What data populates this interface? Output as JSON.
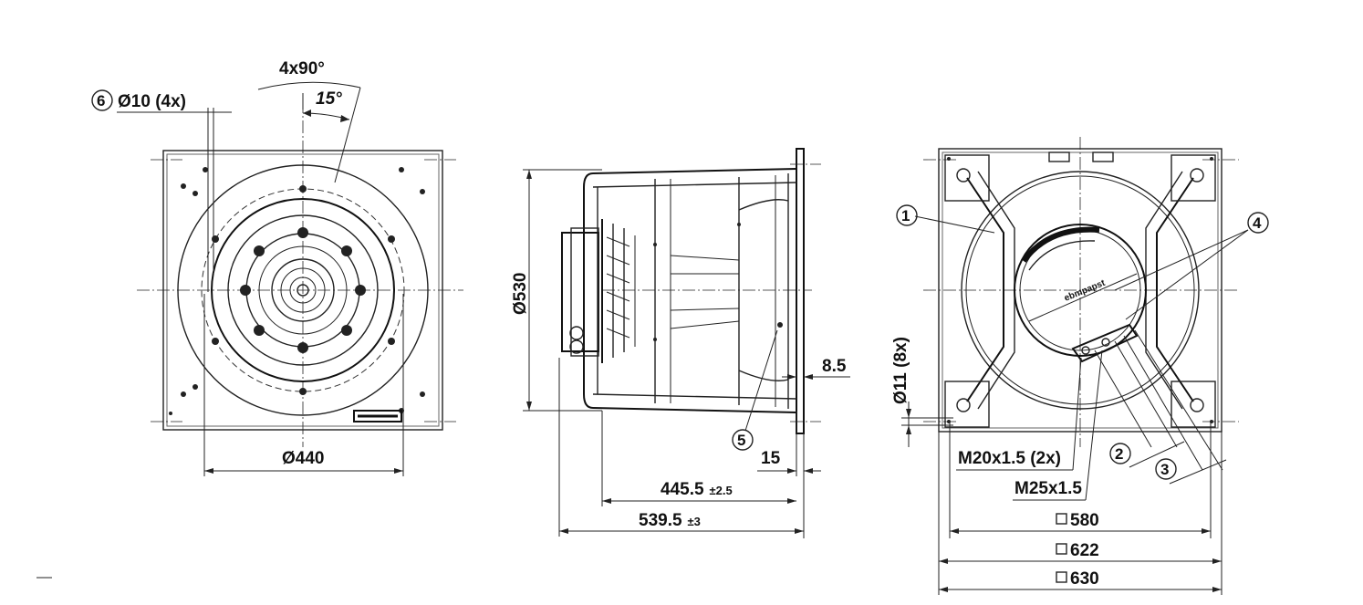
{
  "views": {
    "front": {
      "callout_6": "6",
      "hole_label": "Ø10 (4x)",
      "angle_pattern": "4x90°",
      "angle_offset": "15°",
      "bolt_circle": "Ø440"
    },
    "side": {
      "diameter": "Ø530",
      "flange_thickness": "8.5",
      "callout_5": "5",
      "flange_offset": "15",
      "depth_1": "445.5",
      "depth_1_tol": "±2.5",
      "depth_2": "539.5",
      "depth_2_tol": "±3"
    },
    "rear": {
      "callout_1": "1",
      "callout_2": "2",
      "callout_3": "3",
      "callout_4": "4",
      "mount_hole": "Ø11 (8x)",
      "gland_1": "M20x1.5 (2x)",
      "gland_2": "M25x1.5",
      "square_580": "580",
      "square_622": "622",
      "square_630": "630",
      "brand_mark": "ebmpapst"
    }
  }
}
